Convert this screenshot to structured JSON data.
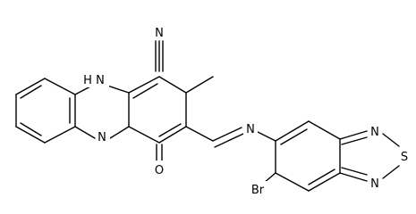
{
  "diagram": {
    "kind": "chemical-structure",
    "atoms": {
      "nitrile_n": "N",
      "nh_h": "H",
      "nh_n": "N",
      "ring_n": "N",
      "carbonyl_o": "O",
      "imine_n": "N",
      "thiadiazole_n_top": "N",
      "thiadiazole_s": "S",
      "thiadiazole_n_bottom": "N",
      "bromo": "Br"
    }
  }
}
